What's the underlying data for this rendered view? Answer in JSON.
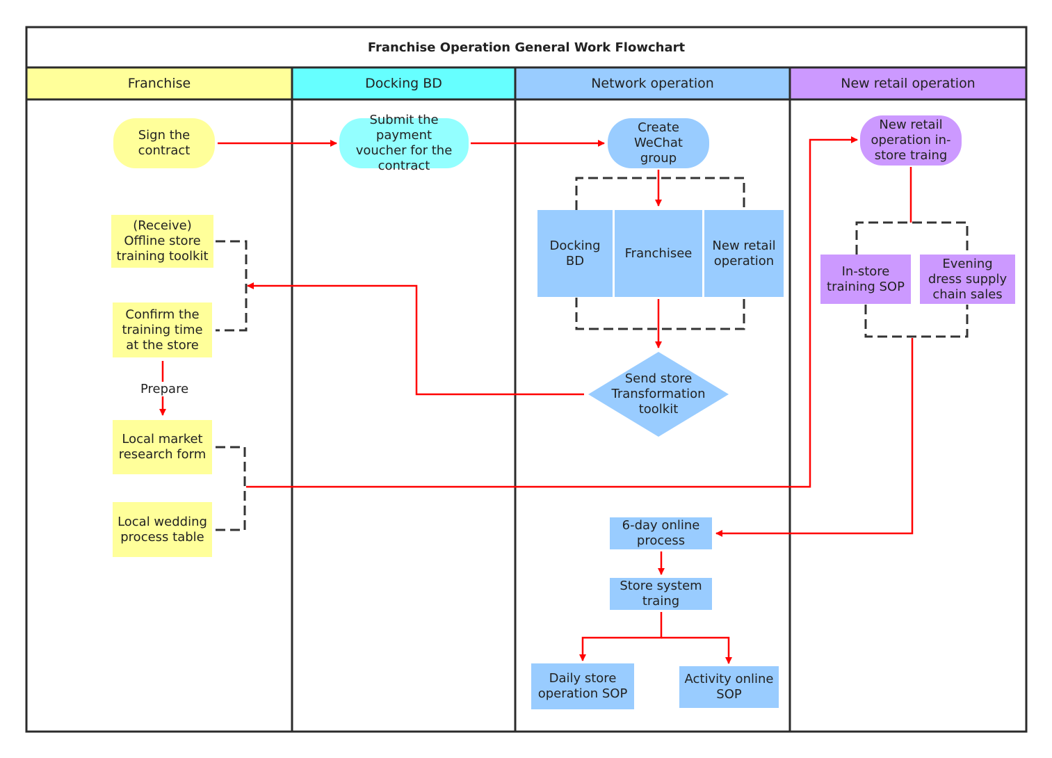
{
  "title": "Franchise Operation General Work Flowchart",
  "lanes": [
    "Franchise",
    "Docking BD",
    "Network operation",
    "New retail operation"
  ],
  "colors": {
    "franchise": "#ffff9a",
    "docking_bd": "#66ffff",
    "network": "#99ccff",
    "new_retail": "#cc99ff",
    "arrow": "#ff0000",
    "dashed": "#333333"
  },
  "nodes": {
    "sign_contract": "Sign the contract",
    "offline_toolkit": "(Receive) Offline store training toolkit",
    "confirm_training": "Confirm the training time at the store",
    "market_research": "Local market research form",
    "wedding_table": "Local wedding process table",
    "payment_voucher": "Submit the payment voucher for the contract",
    "wechat_group": "Create WeChat group",
    "docking_bd": "Docking BD",
    "franchisee": "Franchisee",
    "new_retail_op": "New retail operation",
    "transformation_toolkit": "Send store Transformation toolkit",
    "online_process": "6-day online process",
    "system_training": "Store system traing",
    "daily_sop": "Daily store operation SOP",
    "activity_sop": "Activity online SOP",
    "retail_training": "New retail operation in-store traing",
    "instore_sop": "In-store training SOP",
    "evening_dress": "Evening dress supply chain sales"
  },
  "edge_labels": {
    "prepare": "Prepare"
  }
}
